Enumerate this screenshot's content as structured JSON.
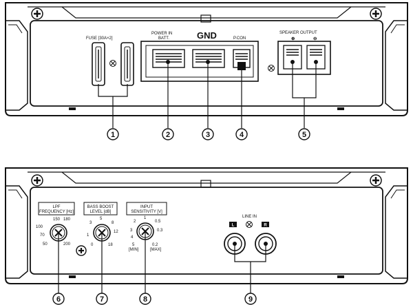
{
  "top_panel": {
    "fuse_label": "FUSE [30A×2]",
    "power_in_line1": "POWER IN",
    "power_in_line2": "BATT.",
    "gnd_label": "GND",
    "pcon_label": "P.CON",
    "speaker_output_label": "SPEAKER OUTPUT",
    "plus_symbol": "⊕",
    "minus_symbol": "⊖"
  },
  "bottom_panel": {
    "lpf_line1": "LPF",
    "lpf_line2": "FREQUENCY [Hz]",
    "lpf_ticks": [
      "50",
      "70",
      "100",
      "150",
      "180",
      "200"
    ],
    "bass_line1": "BASS BOOST",
    "bass_line2": "LEVEL [dB]",
    "bass_ticks": [
      "0",
      "1",
      "3",
      "5",
      "8",
      "12",
      "18"
    ],
    "input_line1": "INPUT",
    "input_line2": "SENSITIVITY [V]",
    "input_ticks": [
      "5",
      "[MIN]",
      "4",
      "3",
      "2",
      "1",
      "0.5",
      "0.3",
      "0.2",
      "[MAX]"
    ],
    "line_in_label": "LINE IN",
    "left_badge": "L",
    "right_badge": "R"
  },
  "callouts": [
    "1",
    "2",
    "3",
    "4",
    "5",
    "6",
    "7",
    "8",
    "9"
  ]
}
